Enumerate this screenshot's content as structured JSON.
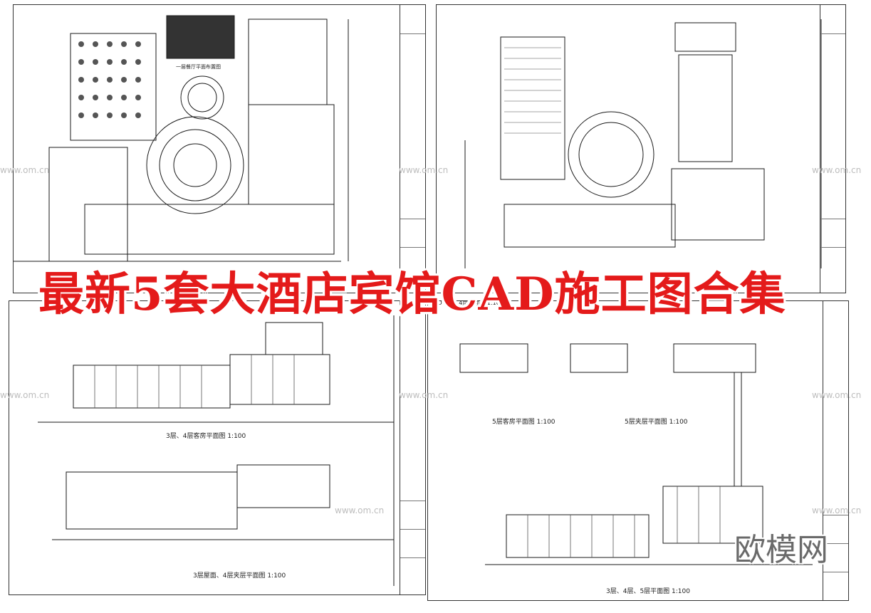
{
  "headline": "最新5套大酒店宾馆CAD施工图合集",
  "brand_watermark": "欧模网",
  "site_watermarks": [
    "www.om.cn",
    "www.om.cn",
    "www.om.cn",
    "www.om.cn",
    "www.om.cn",
    "www.om.cn",
    "www.om.cn",
    "www.om.cn"
  ],
  "sheets": {
    "top_left": {
      "title": "一层餐厅平面布置图"
    },
    "top_right": {
      "title": ""
    },
    "bottom_left": {
      "caption_1": "3层、4层客房平面图  1:100",
      "caption_2": "3层屋面、4层夹层平面图  1:100"
    },
    "bottom_right": {
      "header": "AD 3层、4层平面图 1:100",
      "caption_1": "5层客房平面图  1:100",
      "caption_2": "5层夹层平面图  1:100",
      "caption_3": "3层、4层、5层平面图  1:100"
    }
  },
  "colors": {
    "headline": "#e41a1a",
    "line": "#1a1a1a",
    "watermark": "#bdbdbd"
  }
}
